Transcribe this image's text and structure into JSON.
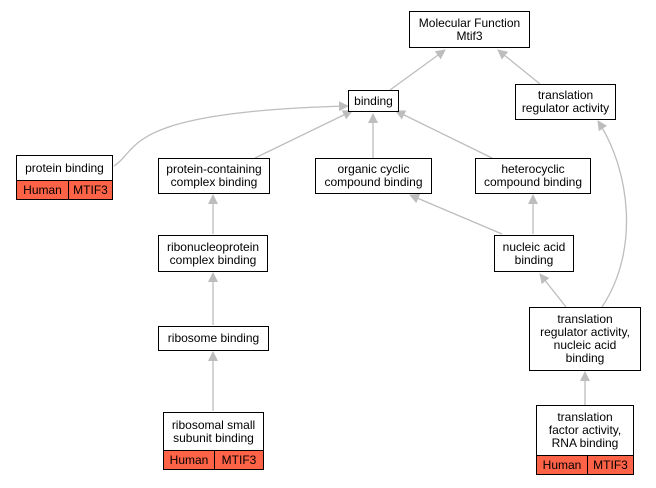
{
  "colors": {
    "edge": "#bdbdbd",
    "annotation": "#ff6347"
  },
  "nodes": {
    "root": "Molecular Function\nMtif3",
    "binding": "binding",
    "translation_regulator": "translation\nregulator activity",
    "protein_binding": "protein binding",
    "protein_complex_binding": "protein-containing\ncomplex binding",
    "organic_cyclic": "organic cyclic\ncompound binding",
    "heterocyclic": "heterocyclic\ncompound binding",
    "ribonucleoprotein": "ribonucleoprotein\ncomplex binding",
    "nucleic_acid": "nucleic acid\nbinding",
    "tra_nucleic": "translation\nregulator activity,\nnucleic acid\nbinding",
    "ribosome_binding": "ribosome binding",
    "ribosomal_small": "ribosomal small\nsubunit binding",
    "translation_factor": "translation\nfactor activity,\nRNA binding"
  },
  "annotations": {
    "protein_binding": {
      "species": "Human",
      "gene": "MTIF3"
    },
    "ribosomal_small": {
      "species": "Human",
      "gene": "MTIF3"
    },
    "translation_factor": {
      "species": "Human",
      "gene": "MTIF3"
    }
  }
}
